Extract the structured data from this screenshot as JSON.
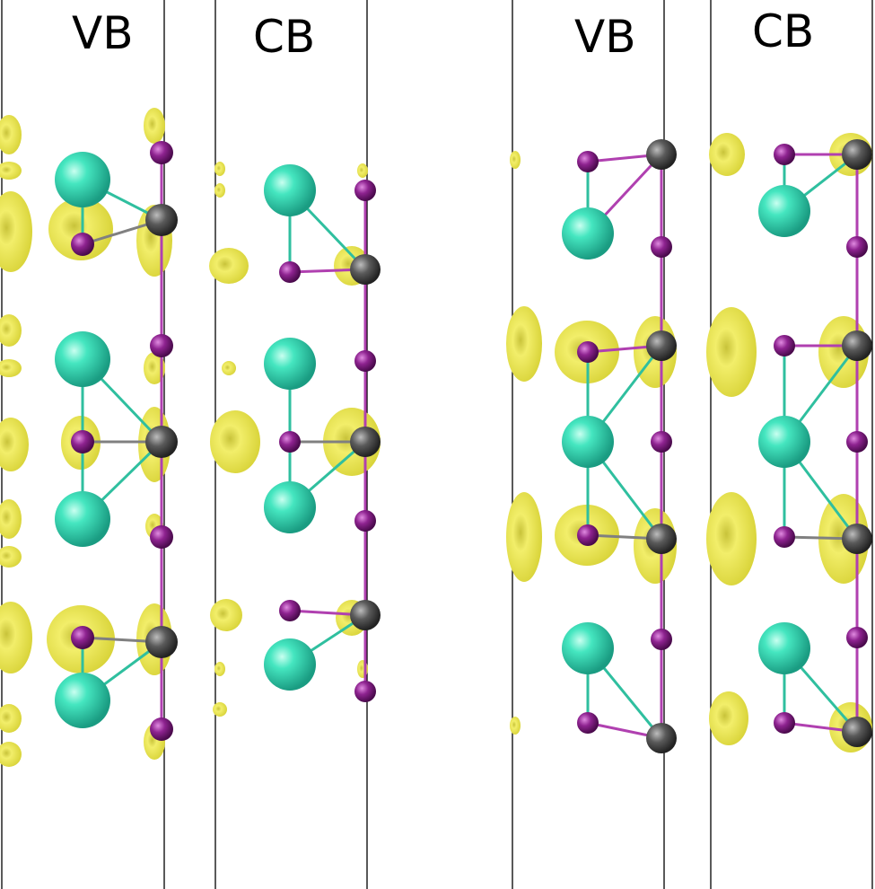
{
  "labels": {
    "panel1": "VB",
    "panel2": "CB",
    "panel3": "VB",
    "panel4": "CB"
  },
  "colors": {
    "large_atom": "#3fe0b8",
    "small_atom": "#8a1f8a",
    "dark_atom": "#4a4a4a",
    "isosurface": "#e6e24a",
    "bond_cyan": "#3fe0b8",
    "bond_magenta": "#b040b0",
    "bond_grey": "#808080",
    "frame_line": "#000000"
  }
}
